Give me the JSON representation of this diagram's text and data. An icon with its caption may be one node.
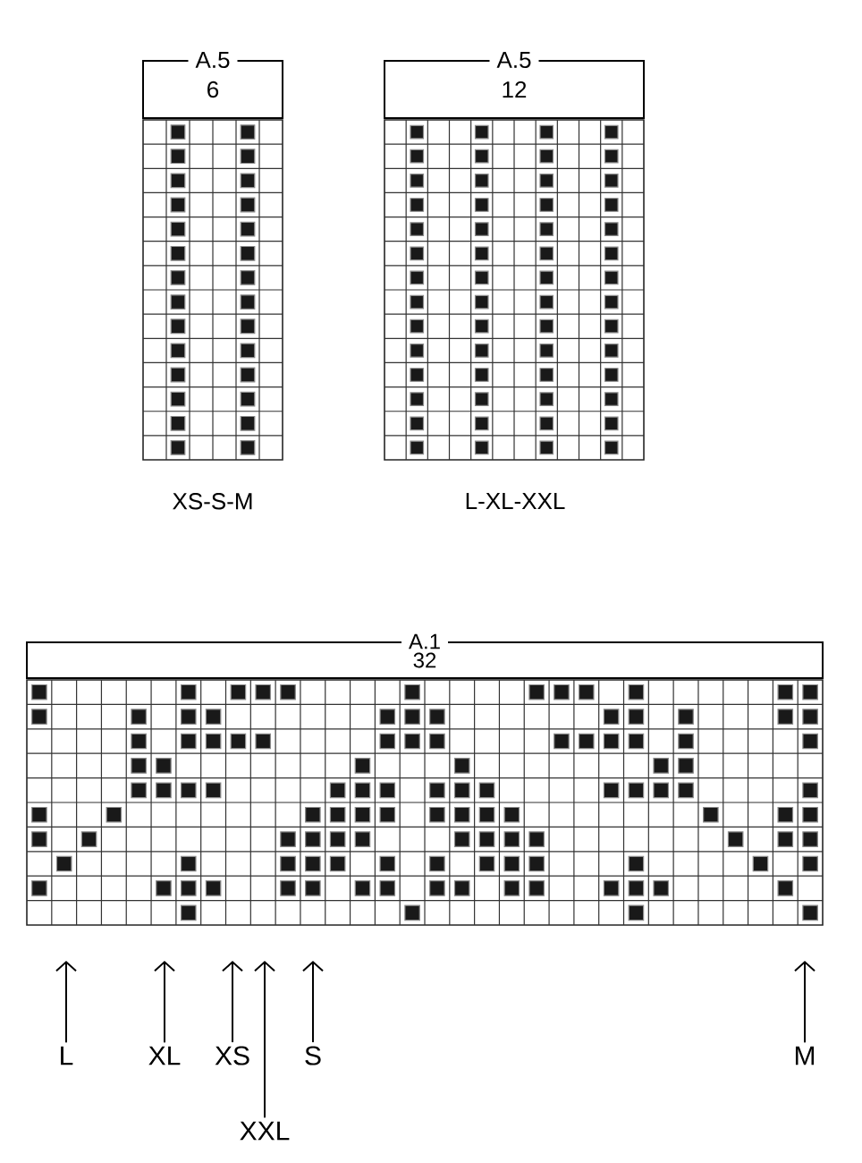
{
  "diagram": {
    "nodes": [
      {
        "text": [
          "A.5",
          "6"
        ]
      },
      {
        "text": [
          "A.5",
          "12"
        ]
      },
      {
        "text": [
          "A.1",
          "32"
        ]
      },
      {
        "text": [
          "L"
        ]
      },
      {
        "text": [
          "XL"
        ]
      },
      {
        "text": [
          "XS"
        ]
      },
      {
        "text": [
          "S"
        ]
      },
      {
        "text": [
          "M"
        ]
      },
      {
        "text": [
          "XXL"
        ]
      }
    ],
    "edges": [
      {
        "from": 3,
        "to": null,
        "arrow": "to"
      },
      {
        "from": 4,
        "to": null,
        "arrow": "to"
      },
      {
        "from": 5,
        "to": null,
        "arrow": "to"
      },
      {
        "from": 6,
        "to": null,
        "arrow": "to"
      },
      {
        "from": 7,
        "to": null,
        "arrow": "to"
      },
      {
        "from": 8,
        "to": null,
        "arrow": "to"
      }
    ],
    "labels": [
      "XS-S-M",
      "L-XL-XXL"
    ]
  }
}
